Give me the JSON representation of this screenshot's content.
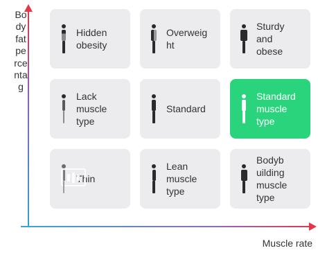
{
  "axes": {
    "y_label": "Body fat percentag",
    "x_label": "Muscle rate"
  },
  "grid": [
    {
      "label": "Hidden\nobesity",
      "selected": false,
      "icon": "human-figure-icon"
    },
    {
      "label": "Overweig\nht",
      "selected": false,
      "icon": "human-figure-icon"
    },
    {
      "label": "Sturdy\nand\nobese",
      "selected": false,
      "icon": "human-figure-icon"
    },
    {
      "label": "Lack\nmuscle\ntype",
      "selected": false,
      "icon": "human-figure-icon"
    },
    {
      "label": "Standard",
      "selected": false,
      "icon": "human-figure-icon"
    },
    {
      "label": "Standard\nmuscle\ntype",
      "selected": true,
      "icon": "human-figure-icon"
    },
    {
      "label": "Thin",
      "selected": false,
      "icon": "human-figure-icon"
    },
    {
      "label": "Lean\nmuscle\ntype",
      "selected": false,
      "icon": "human-figure-icon"
    },
    {
      "label": "Bodyb\nuilding\nmuscle\ntype",
      "selected": false,
      "icon": "human-figure-icon"
    }
  ],
  "colors": {
    "selected": "#2ad47d",
    "card": "#ececef",
    "axis_start": "#2f9fd7",
    "axis_end": "#e2374b"
  }
}
